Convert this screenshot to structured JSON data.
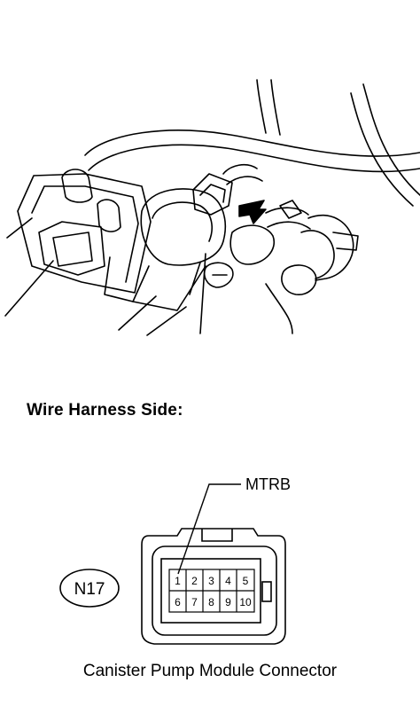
{
  "heading": "Wire Harness Side:",
  "connector": {
    "code": "N17",
    "pin_label": "MTRB",
    "pins_top": [
      "1",
      "2",
      "3",
      "4",
      "5"
    ],
    "pins_bottom": [
      "6",
      "7",
      "8",
      "9",
      "10"
    ],
    "caption": "Canister Pump Module Connector"
  },
  "colors": {
    "ink": "#000000",
    "background": "#ffffff"
  }
}
